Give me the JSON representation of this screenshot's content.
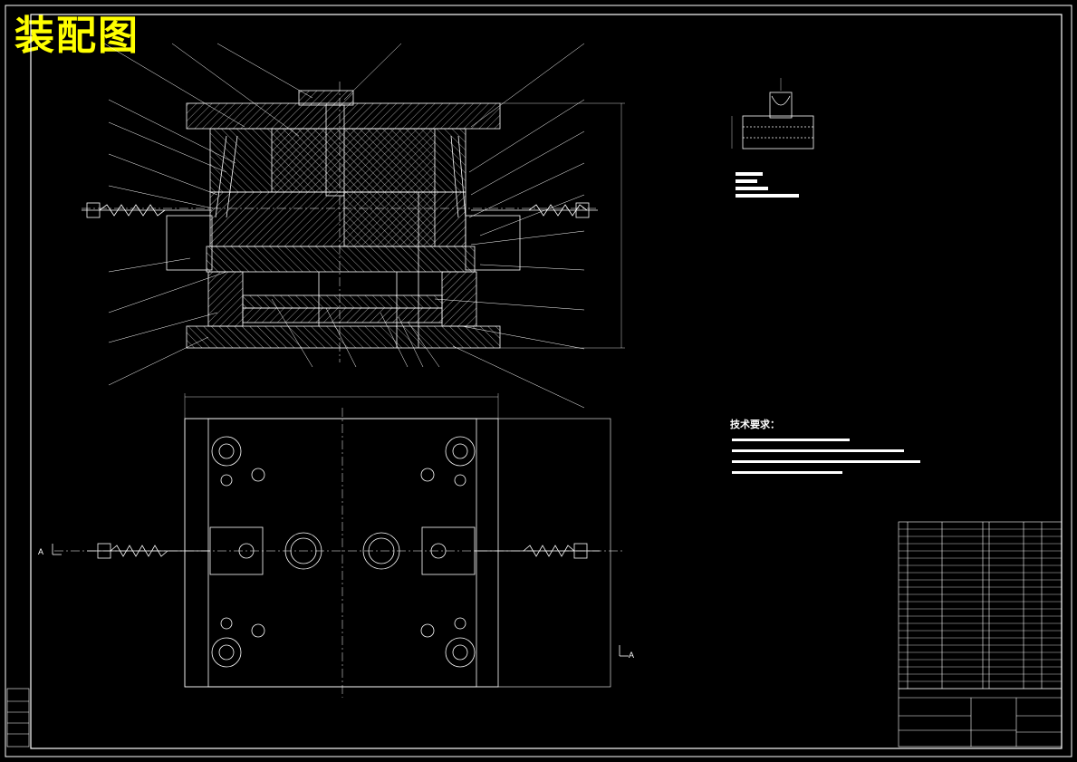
{
  "drawing": {
    "title": "装配图",
    "colors": {
      "background": "#000000",
      "lines": "#ffffff",
      "title": "#ffff00"
    }
  },
  "section_marks": {
    "left": "A",
    "right": "A"
  },
  "tech_requirements": {
    "heading": "技术要求："
  }
}
